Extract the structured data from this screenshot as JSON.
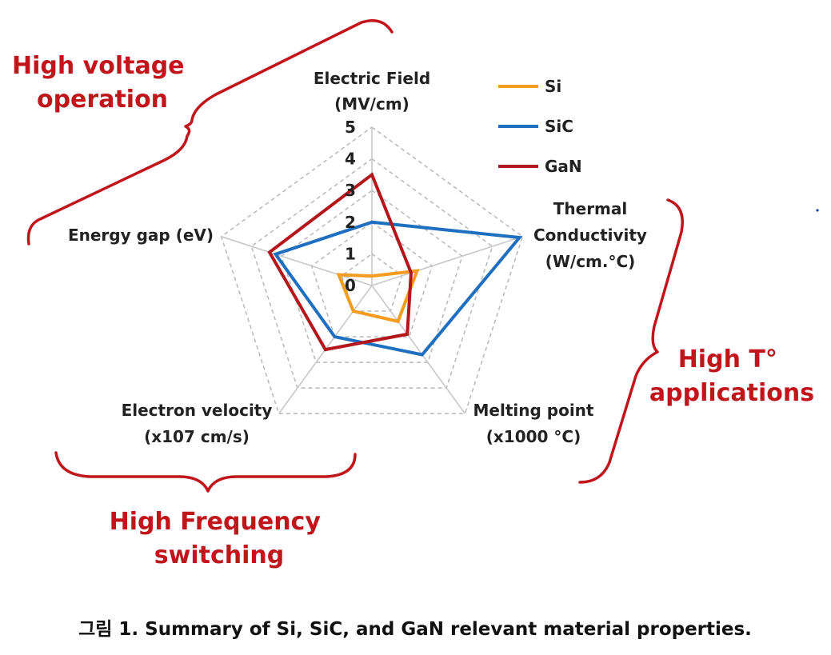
{
  "chart_data": {
    "type": "radar",
    "axes": [
      {
        "name": "electric-field",
        "label_lines": [
          "Electric Field",
          "(MV/cm)"
        ]
      },
      {
        "name": "thermal-conductivity",
        "label_lines": [
          "Thermal",
          "Conductivity",
          "(W/cm.°C)"
        ]
      },
      {
        "name": "melting-point",
        "label_lines": [
          "Melting point",
          "(x1000 °C)"
        ]
      },
      {
        "name": "electron-velocity",
        "label_lines": [
          "Electron velocity",
          "(x107 cm/s)"
        ]
      },
      {
        "name": "energy-gap",
        "label_lines": [
          "Energy gap (eV)"
        ]
      }
    ],
    "range": [
      0,
      5
    ],
    "ticks": [
      "0",
      "1",
      "2",
      "3",
      "4",
      "5"
    ],
    "grid": true,
    "legend_position": "top-right",
    "series": [
      {
        "name": "Si",
        "color": "#f39c1f",
        "values": [
          0.3,
          1.5,
          1.4,
          1.0,
          1.1
        ]
      },
      {
        "name": "SiC",
        "color": "#1f6fc0",
        "values": [
          2.0,
          4.9,
          2.7,
          2.0,
          3.2
        ]
      },
      {
        "name": "GaN",
        "color": "#b3161b",
        "values": [
          3.5,
          1.3,
          1.9,
          2.5,
          3.4
        ]
      }
    ]
  },
  "annotations": [
    {
      "name": "high-voltage",
      "lines": [
        "High voltage",
        "operation"
      ]
    },
    {
      "name": "high-temperature",
      "lines": [
        "High T°",
        "applications"
      ]
    },
    {
      "name": "high-frequency",
      "lines": [
        "High Frequency",
        "switching"
      ]
    }
  ],
  "caption": "그림 1. Summary of Si, SiC, and GaN relevant material properties.",
  "colors": {
    "annotation": "#c0161b",
    "grid": "#b8b8b8"
  }
}
